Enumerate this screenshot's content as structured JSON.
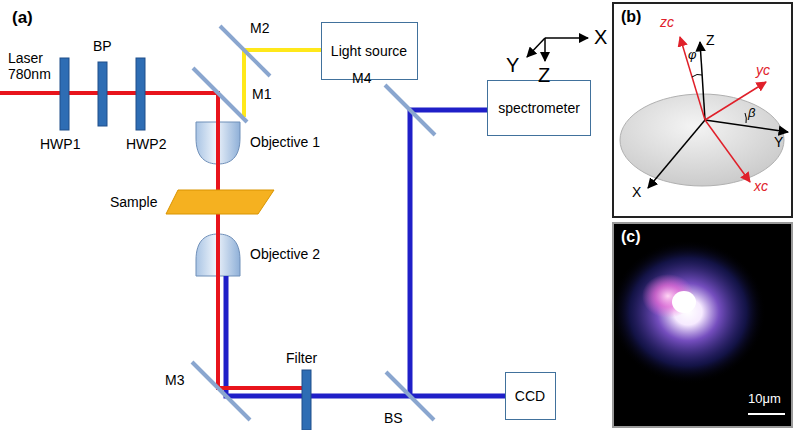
{
  "diagram": {
    "nodes": [
      {
        "text": [
          "Light source"
        ]
      },
      {
        "text": [
          "spectrometer"
        ]
      },
      {
        "text": [
          "CCD"
        ]
      },
      {
        "text": [
          "(b)"
        ]
      },
      {
        "text": [
          "(c)"
        ]
      }
    ],
    "labels": [
      "(a)",
      "Laser 780nm",
      "BP",
      "HWP1",
      "HWP2",
      "M2",
      "M1",
      "X",
      "Y",
      "Z",
      "Objective 1",
      "Sample",
      "Objective 2",
      "M4",
      "M3",
      "Filter",
      "BS",
      "zc",
      "φ",
      "Z",
      "yc",
      "β",
      "Y",
      "X",
      "xc",
      "10μm"
    ]
  }
}
